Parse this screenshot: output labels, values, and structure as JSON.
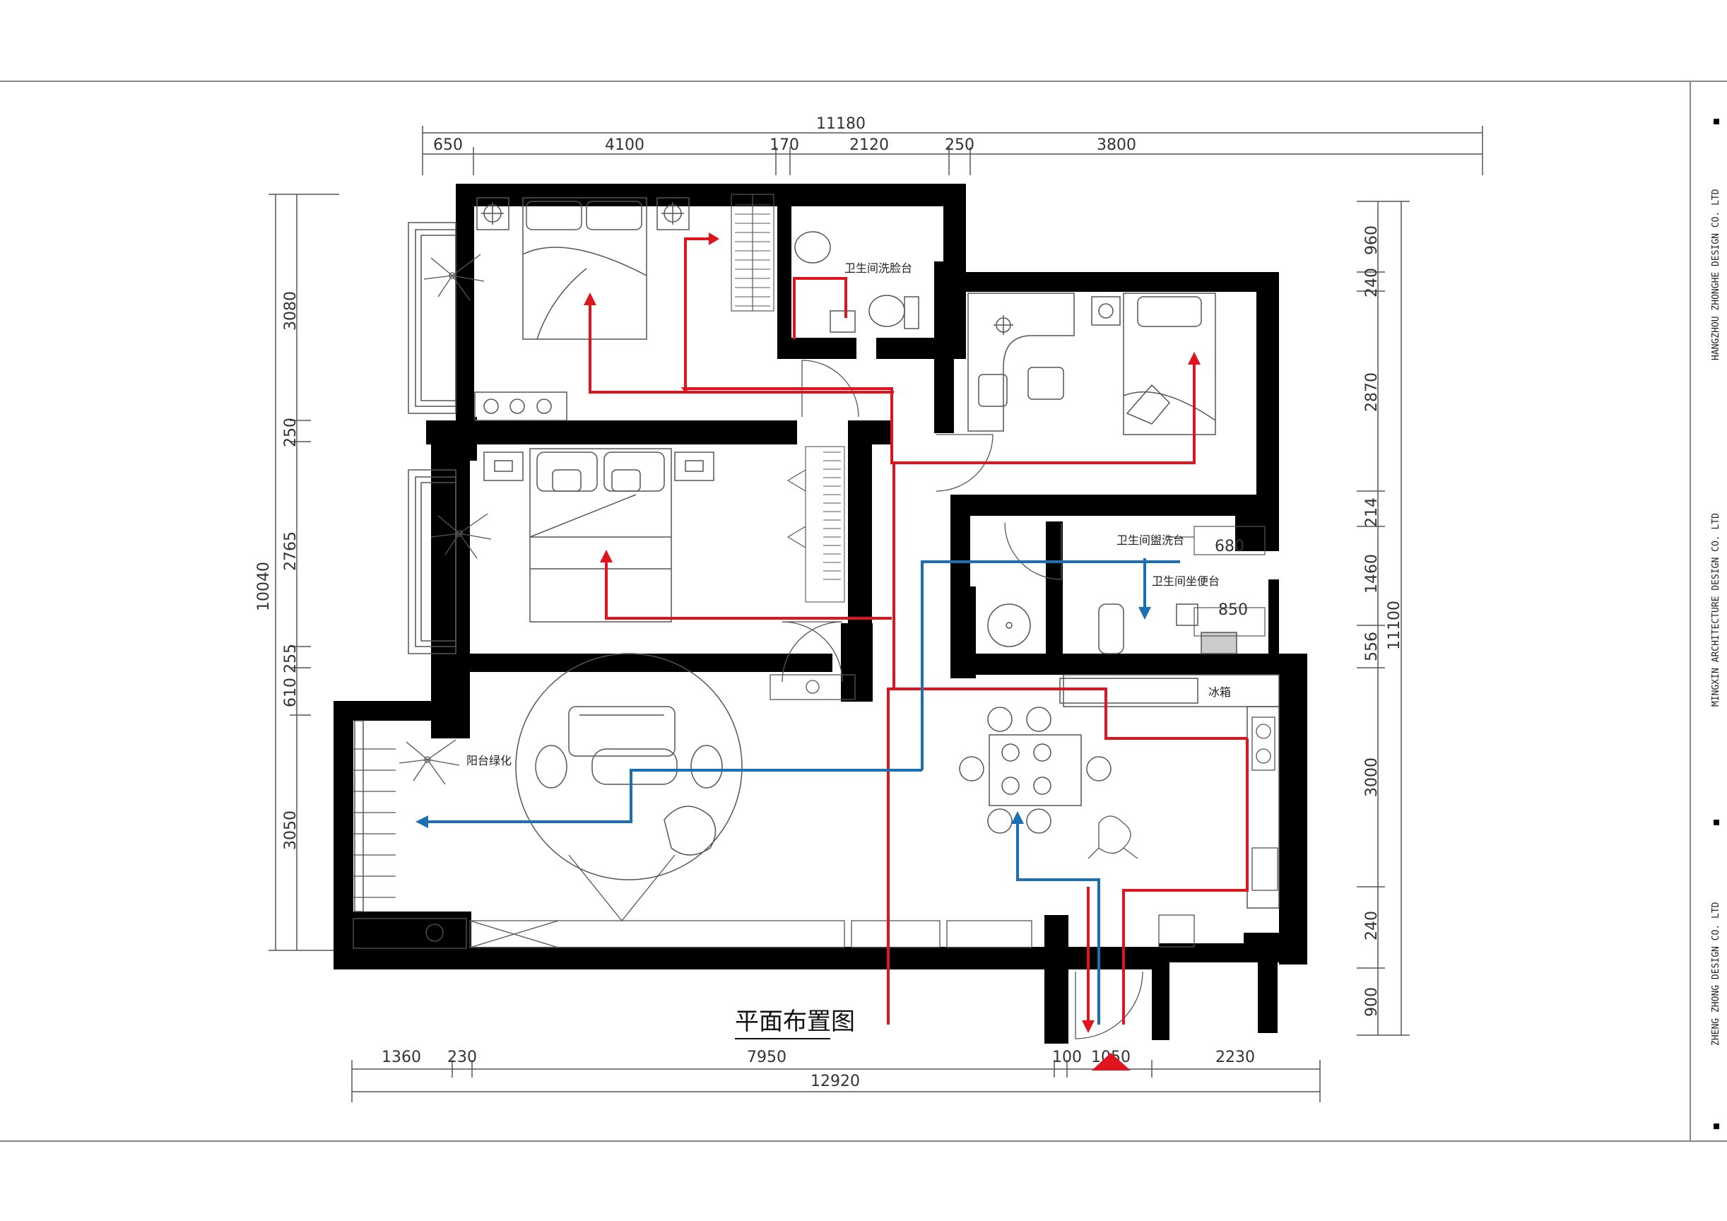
{
  "title": "平面布置图",
  "colors": {
    "wall": "#000000",
    "route_red": "#e0141e",
    "route_blue": "#1a6fb5",
    "line": "#555555",
    "entrance": "#e0141e"
  },
  "top_dims": {
    "total": "11180",
    "segments": [
      "650",
      "4100",
      "170",
      "2120",
      "250",
      "3800"
    ]
  },
  "bottom_dims": {
    "total": "12920",
    "segments": [
      "1360",
      "230",
      "7950",
      "100",
      "1050",
      "2230"
    ]
  },
  "left_dims": {
    "total": "10040",
    "segments": [
      "3080",
      "250",
      "2765",
      "255",
      "610",
      "3050"
    ]
  },
  "right_dims": {
    "total": "11100",
    "segments": [
      "960",
      "240",
      "2870",
      "214",
      "1460",
      "556",
      "3000",
      "240",
      "900"
    ]
  },
  "room_labels": {
    "bath_top": "卫生间洗脸台",
    "bath_wash": "卫生间盥洗台",
    "bath_toilet": "卫生间坐便台",
    "fridge": "冰箱",
    "living": "阳台绿化"
  },
  "cabinet_dims": [
    "680",
    "850"
  ],
  "side_strip": [
    "ZHENG ZHONG DESIGN CO. LTD",
    "MINGXIN ARCHITECTURE DESIGN CO. LTD",
    "HANGZHOU ZHONGHE DESIGN CO. LTD"
  ],
  "icons": [
    "entrance-arrow-icon",
    "plant-icon",
    "bed-icon",
    "sofa-icon",
    "dining-table-icon",
    "toilet-icon",
    "sink-icon",
    "stove-icon"
  ]
}
